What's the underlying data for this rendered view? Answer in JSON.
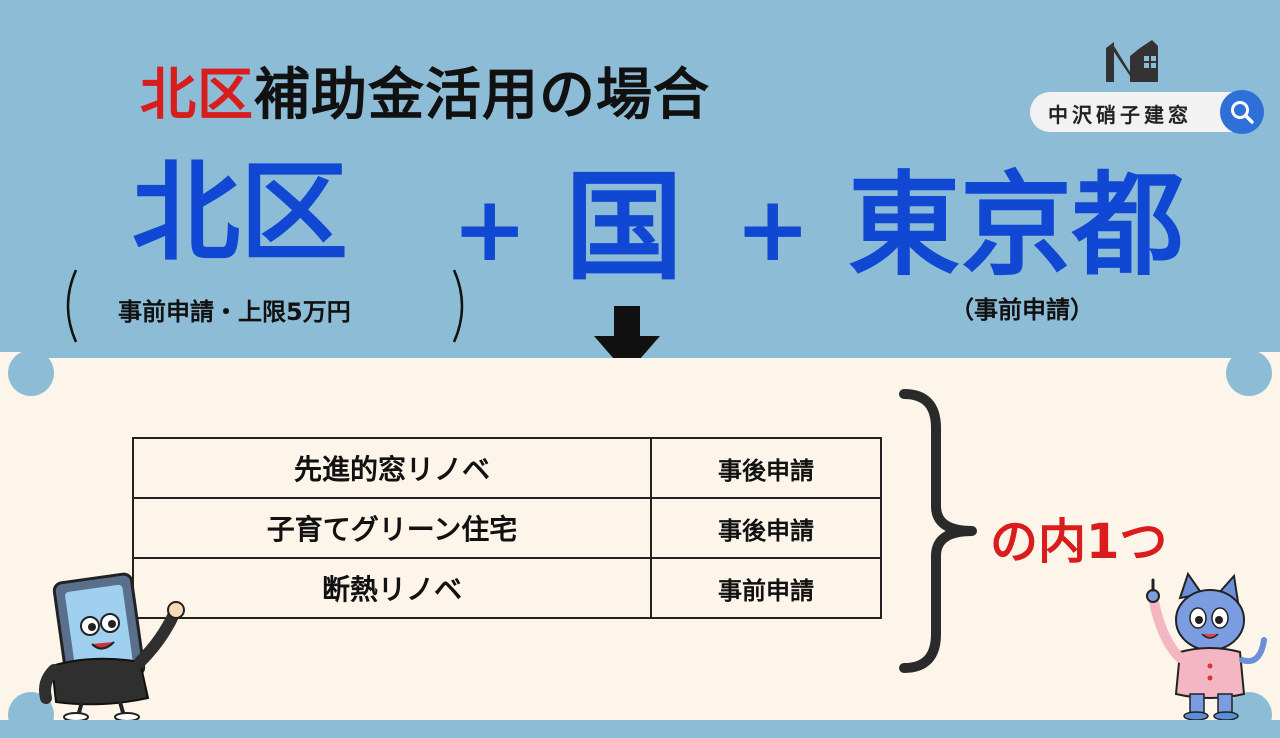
{
  "title": {
    "highlight": "北区",
    "rest": "補助金活用の場合"
  },
  "brand": {
    "name": "中沢硝子建窓"
  },
  "funding": {
    "kita": "北区",
    "plus1": "+",
    "kuni": "国",
    "plus2": "+",
    "tokyo": "東京都",
    "kita_note": "事前申請・上限5万円",
    "tokyo_note": "（事前申請）"
  },
  "table": {
    "rows": [
      {
        "name": "先進的窓リノベ",
        "timing": "事後申請"
      },
      {
        "name": "子育てグリーン住宅",
        "timing": "事後申請"
      },
      {
        "name": "断熱リノベ",
        "timing": "事前申請"
      }
    ]
  },
  "one_of": "の内1つ",
  "colors": {
    "background": "#8dbdd6",
    "panel": "#fdf5e9",
    "blue_text": "#1048d4",
    "red_text": "#d91c1c",
    "search_button": "#2e6fd8"
  }
}
